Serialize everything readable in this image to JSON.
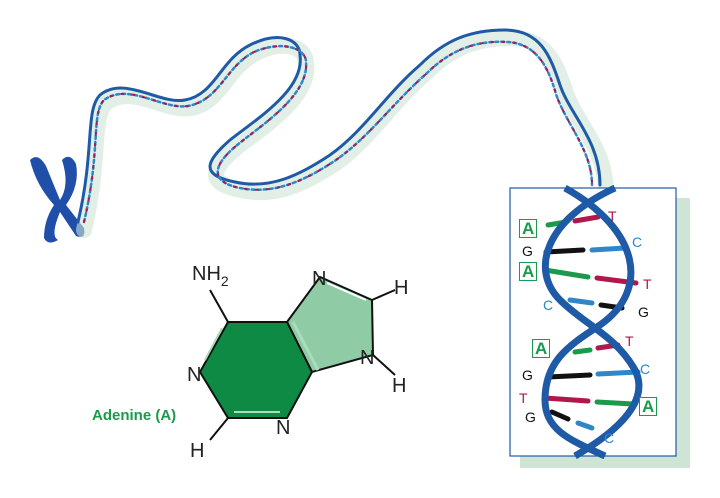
{
  "colors": {
    "backbone": "#1f5aa6",
    "adenine": "#1a9a4a",
    "thymine": "#b0174a",
    "guanine": "#111111",
    "cytosine": "#2f86c8",
    "ring_dark": "#0e8a45",
    "ring_light": "#8fcca6",
    "shadow": "#bcd9c4"
  },
  "molecule": {
    "name": "Adenine (A)",
    "amino": "NH",
    "amino_sub": "2",
    "atom_n7": "N",
    "atom_h8": "H",
    "atom_n9": "N",
    "atom_h9": "H",
    "atom_n1": "N",
    "atom_n3": "N",
    "atom_h2": "H"
  },
  "helix_inset": {
    "pairs": [
      {
        "left": "A",
        "right": "T",
        "left_boxed": true,
        "right_boxed": false
      },
      {
        "left": "G",
        "right": "C",
        "left_boxed": false,
        "right_boxed": false
      },
      {
        "left": "A",
        "right": "T",
        "left_boxed": true,
        "right_boxed": false
      },
      {
        "left": "C",
        "right": "G",
        "left_boxed": false,
        "right_boxed": false
      },
      {
        "left": "A",
        "right": "T",
        "left_boxed": true,
        "right_boxed": false
      },
      {
        "left": "G",
        "right": "C",
        "left_boxed": false,
        "right_boxed": false
      },
      {
        "left": "T",
        "right": "A",
        "left_boxed": false,
        "right_boxed": true
      },
      {
        "left": "G",
        "right": "C",
        "left_boxed": false,
        "right_boxed": false
      }
    ]
  }
}
